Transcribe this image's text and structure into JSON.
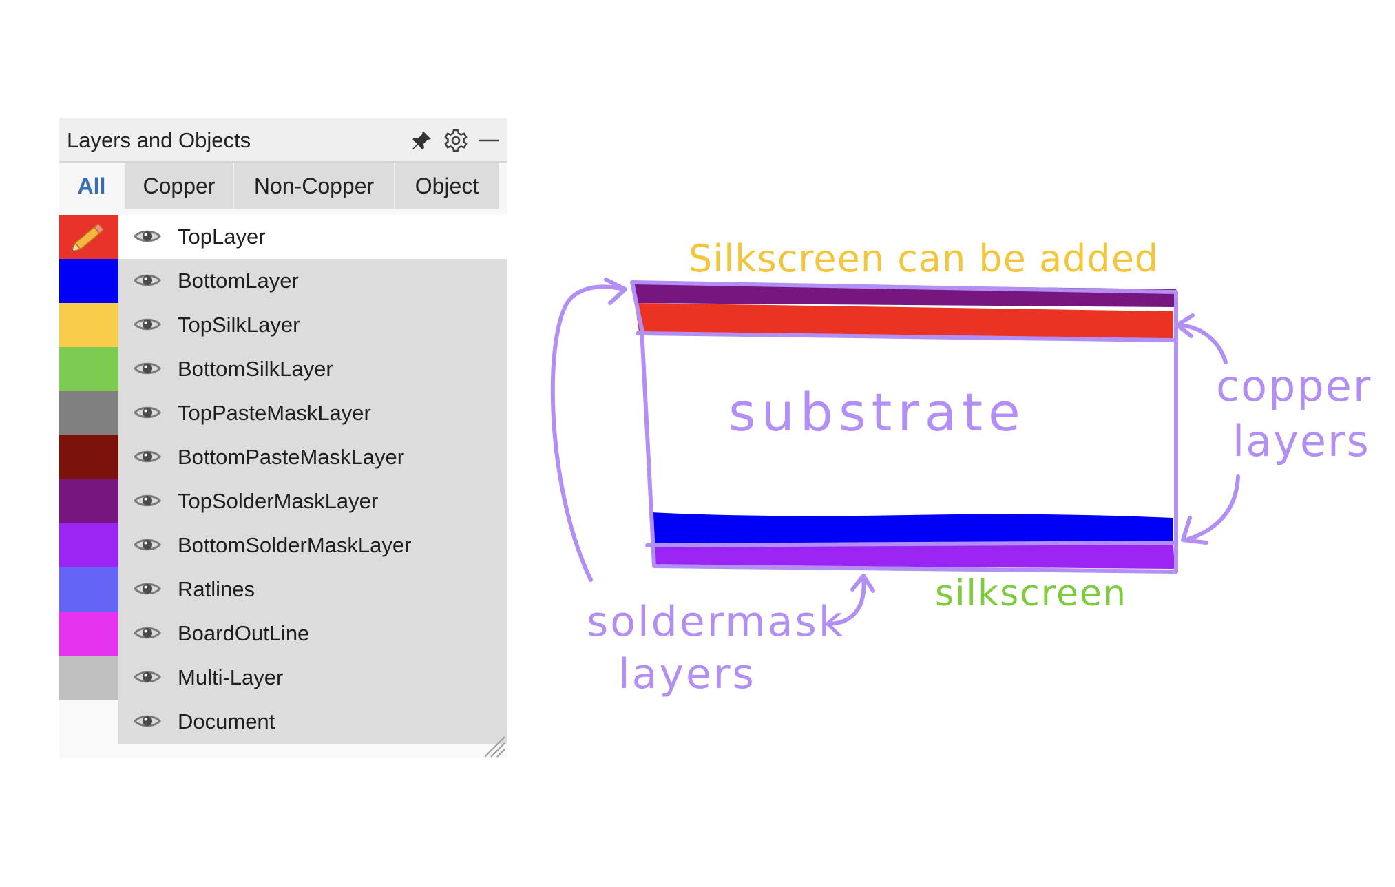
{
  "panel": {
    "title": "Layers and Objects",
    "header_icons": [
      "pin-icon",
      "gear-icon",
      "minimize-icon"
    ]
  },
  "tabs": [
    {
      "label": "All",
      "active": true
    },
    {
      "label": "Copper",
      "active": false
    },
    {
      "label": "Non-Copper",
      "active": false
    },
    {
      "label": "Object",
      "active": false
    }
  ],
  "layers": [
    {
      "label": "TopLayer",
      "color": "#e8332a",
      "selected": true
    },
    {
      "label": "BottomLayer",
      "color": "#0000f5"
    },
    {
      "label": "TopSilkLayer",
      "color": "#f7cd4b"
    },
    {
      "label": "BottomSilkLayer",
      "color": "#7ecb52"
    },
    {
      "label": "TopPasteMaskLayer",
      "color": "#808080"
    },
    {
      "label": "BottomPasteMaskLayer",
      "color": "#7b120c"
    },
    {
      "label": "TopSolderMaskLayer",
      "color": "#76167e"
    },
    {
      "label": "BottomSolderMaskLayer",
      "color": "#9a25f3"
    },
    {
      "label": "Ratlines",
      "color": "#6464f5"
    },
    {
      "label": "BoardOutLine",
      "color": "#e533f0"
    },
    {
      "label": "Multi-Layer",
      "color": "#c0c0c0"
    },
    {
      "label": "Document",
      "color": ""
    }
  ],
  "diagram": {
    "label_silkscreen_top": "Silkscreen can be added",
    "label_substrate": "substrate",
    "label_copper_line1": "copper",
    "label_copper_line2": "layers",
    "label_soldermask_line1": "soldermask",
    "label_soldermask_line2": "layers",
    "label_silkscreen_bottom": "silkscreen",
    "colors": {
      "annotation": "#b28ff5",
      "silkscreen_top_text": "#f3c53a",
      "silkscreen_bottom_text": "#7ecb3f",
      "top_soldermask": "#76167e",
      "top_copper": "#ea3323",
      "bottom_copper": "#0000f5",
      "bottom_soldermask": "#9a25f3"
    }
  }
}
